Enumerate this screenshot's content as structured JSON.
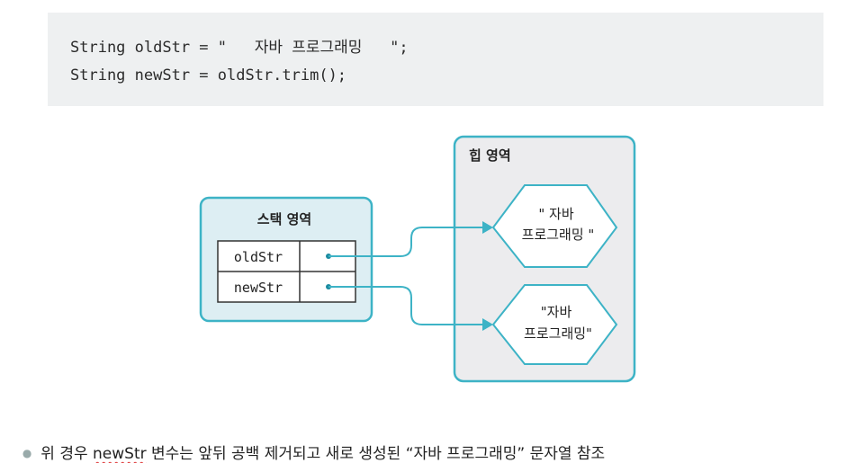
{
  "code": {
    "line1": "String oldStr = \"   자바 프로그래밍   \";",
    "line2": "String newStr = oldStr.trim();"
  },
  "diagram": {
    "stack_title": "스택 영역",
    "heap_title": "힙 영역",
    "vars": [
      "oldStr",
      "newStr"
    ],
    "heap_strings": [
      {
        "line1": "\"  자바",
        "line2": "프로그래밍  \""
      },
      {
        "line1": "\"자바",
        "line2": "프로그래밍\""
      }
    ],
    "colors": {
      "panel_border": "#3db3c6",
      "stack_fill": "#ddeef3",
      "heap_fill": "#ececee",
      "arrow": "#3db3c6",
      "pointer_dot": "#1b8ba0"
    }
  },
  "note": {
    "prefix": "위 경우 ",
    "highlight": "newStr",
    "suffix": " 변수는 앞뒤 공백 제거되고 새로 생성된 “자바 프로그래밍” 문자열 참조"
  }
}
